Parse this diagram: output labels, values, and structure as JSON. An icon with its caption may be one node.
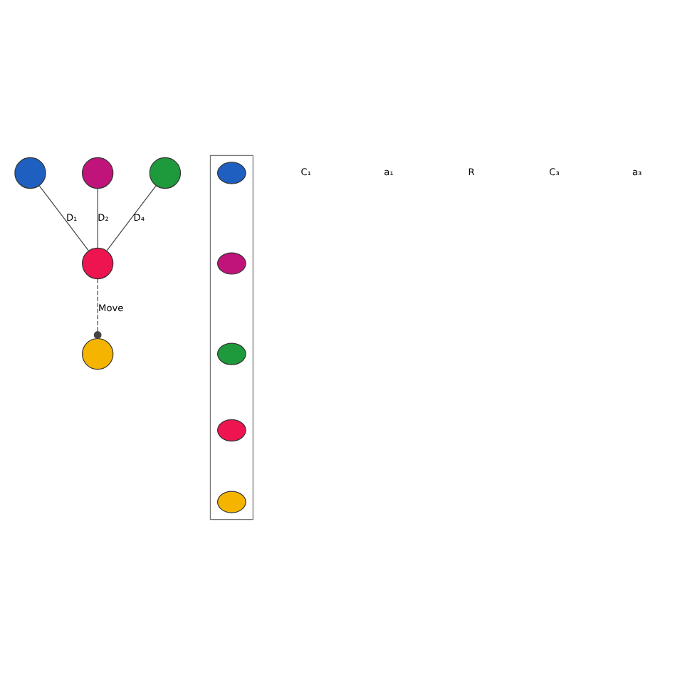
{
  "diagram": {
    "nodes": [
      {
        "text": [],
        "shape": "circle"
      },
      {
        "text": [],
        "shape": "circle"
      },
      {
        "text": [],
        "shape": "circle"
      },
      {
        "text": [],
        "shape": "circle"
      },
      {
        "text": [],
        "shape": "circle"
      },
      {
        "text": [],
        "shape": "box"
      },
      {
        "text": [],
        "shape": "circle",
        "in": 5
      },
      {
        "text": [],
        "shape": "circle",
        "in": 5
      },
      {
        "text": [],
        "shape": "circle",
        "in": 5
      },
      {
        "text": [],
        "shape": "circle",
        "in": 5
      },
      {
        "text": [],
        "shape": "circle",
        "in": 5
      }
    ],
    "edges": [
      {
        "from": 0,
        "to": 4,
        "arrow": "none",
        "label": "D₁"
      },
      {
        "from": 1,
        "to": 4,
        "arrow": "none",
        "label": "D₂"
      },
      {
        "from": 3,
        "to": 4,
        "arrow": "none",
        "label": "D₄"
      },
      {
        "from": 4,
        "to": 2,
        "arrow": "other",
        "label": "Move",
        "style": "dashed"
      }
    ],
    "labels": [
      "C₁",
      "a₁",
      "R",
      "C₃",
      "a₃"
    ]
  }
}
